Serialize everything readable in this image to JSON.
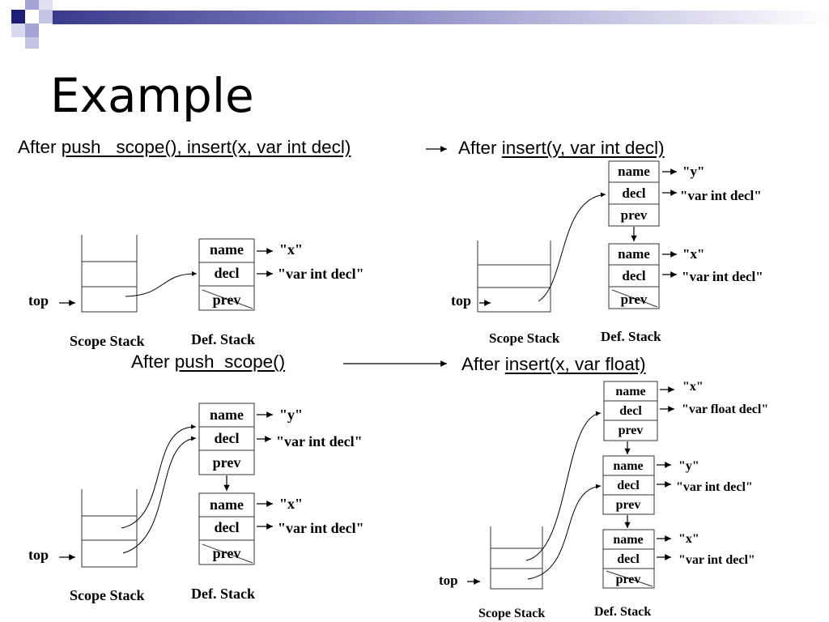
{
  "slide": {
    "title": "Example",
    "colors": {
      "navy": "#1f1f7a",
      "lavender": "#a4a4d4",
      "band": "#7777bb"
    }
  },
  "captions": {
    "c1": {
      "prefix": "After ",
      "action": "push _scope(), insert(x, var int decl)"
    },
    "c2": {
      "prefix": "After ",
      "action": "insert(y, var int decl)"
    },
    "c3": {
      "prefix": "After ",
      "action": "push_scope()"
    },
    "c4": {
      "prefix": "After ",
      "action": "insert(x, var float)"
    }
  },
  "diagram": {
    "top_label": "top",
    "scope_stack_label": "Scope Stack",
    "def_stack_label": "Def. Stack",
    "fields": {
      "name": "name",
      "decl": "decl",
      "prev": "prev"
    },
    "values": {
      "x": "\"x\"",
      "y": "\"y\"",
      "var_int_decl": "\"var int decl\"",
      "var_float_decl": "\"var float decl\""
    }
  }
}
